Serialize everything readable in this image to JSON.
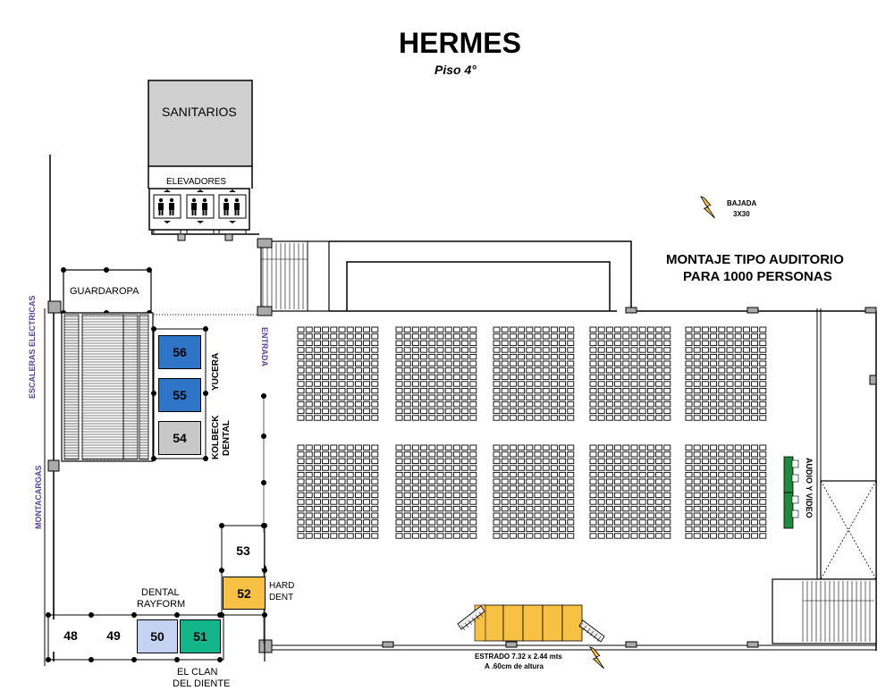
{
  "header": {
    "title": "HERMES",
    "subtitle": "Piso 4°"
  },
  "rooms": {
    "sanitarios": "SANITARIOS",
    "elevadores": "ELEVADORES",
    "guardaropa": "GUARDAROPA",
    "escaleras": "ESCALERAS ELECTRICAS",
    "montacargas": "MONTACARGAS",
    "entrada": "ENTRADA",
    "bajada_line1": "BAJADA",
    "bajada_line2": "3X30",
    "montaje_line1": "MONTAJE TIPO AUDITORIO",
    "montaje_line2": "PARA 1000 PERSONAS",
    "audio_video": "AUDIO Y VIDEO",
    "estrado_line1": "ESTRADO 7.32 x 2.44 mts",
    "estrado_line2": "A .60cm de altura"
  },
  "booths": [
    {
      "id": "56",
      "color": "#2e75c8"
    },
    {
      "id": "55",
      "color": "#2e75c8"
    },
    {
      "id": "54",
      "color": "#c8c8c8"
    },
    {
      "id": "53",
      "color": "#ffffff"
    },
    {
      "id": "52",
      "color": "#f7c244"
    },
    {
      "id": "51",
      "color": "#14b58a"
    },
    {
      "id": "50",
      "color": "#c5d3f2"
    },
    {
      "id": "49",
      "color": "#ffffff"
    },
    {
      "id": "48",
      "color": "#ffffff"
    }
  ],
  "exhibitors": {
    "yucera": "YUCERA",
    "kolbeck_1": "KOLBECK",
    "kolbeck_2": "DENTAL",
    "hard_1": "HARD",
    "hard_2": "DENT",
    "rayform_1": "DENTAL",
    "rayform_2": "RAYFORM",
    "clan_1": "EL CLAN",
    "clan_2": "DEL DIENTE"
  },
  "colors": {
    "seat_block": "#333333",
    "audio_video": "#1f8a3a",
    "label_purple": "#5a3fa0",
    "stage": "#f7c244"
  }
}
